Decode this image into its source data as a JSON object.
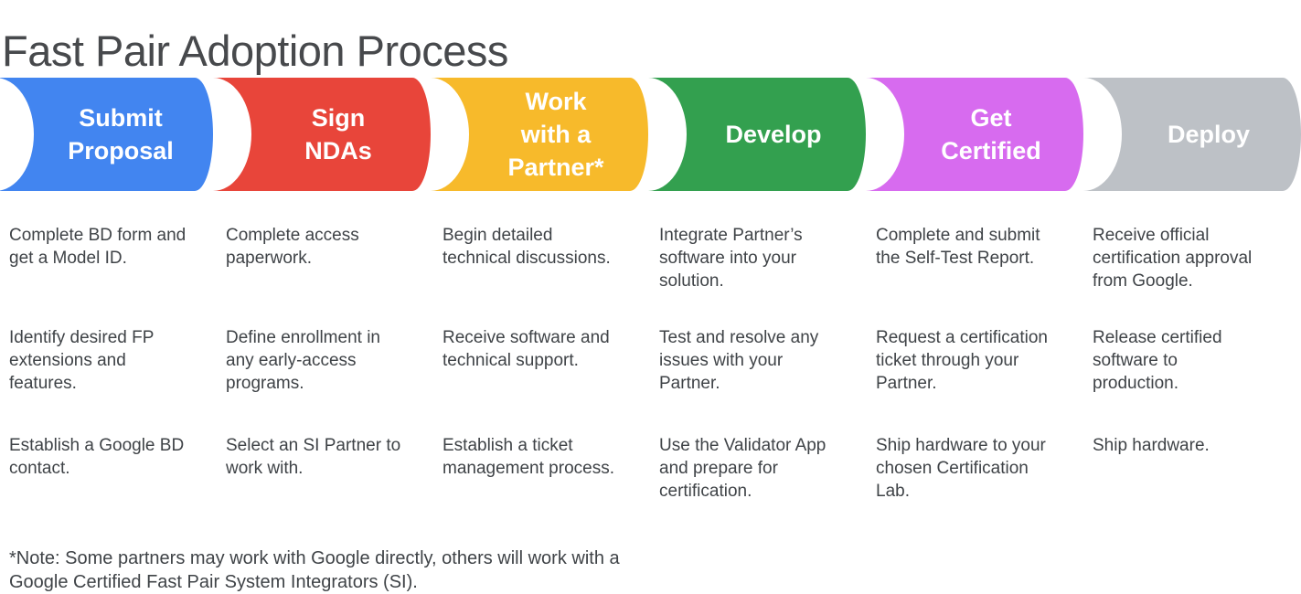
{
  "title": "Fast Pair Adoption Process",
  "stages": [
    {
      "name": "submit-proposal",
      "label": "Submit\nProposal",
      "color": "#4285F0",
      "steps": [
        "Complete BD form and\nget a Model ID.",
        "Identify desired FP\nextensions and\nfeatures.",
        "Establish a Google BD\ncontact."
      ]
    },
    {
      "name": "sign-ndas",
      "label": "Sign\nNDAs",
      "color": "#E8453A",
      "steps": [
        "Complete access\npaperwork.",
        "Define enrollment in\nany early-access\nprograms.",
        "Select an SI Partner to\nwork with."
      ]
    },
    {
      "name": "work-with-a-partner",
      "label": "Work\nwith a\nPartner*",
      "color": "#F7BA2B",
      "steps": [
        "Begin detailed\ntechnical discussions.",
        "Receive software and\ntechnical support.",
        "Establish a ticket\nmanagement process."
      ]
    },
    {
      "name": "develop",
      "label": "Develop",
      "color": "#33A04F",
      "steps": [
        "Integrate Partner’s\nsoftware into your\nsolution.",
        "Test and resolve any\nissues with your\nPartner.",
        "Use the Validator App\nand prepare for\ncertification."
      ]
    },
    {
      "name": "get-certified",
      "label": "Get\nCertified",
      "color": "#D76BEF",
      "steps": [
        "Complete and submit\nthe Self-Test Report.",
        "Request a certification\nticket through your\nPartner.",
        "Ship hardware to your\nchosen Certification\nLab."
      ]
    },
    {
      "name": "deploy",
      "label": "Deploy",
      "color": "#BDC1C6",
      "steps": [
        "Receive official\ncertification approval\nfrom Google.",
        "Release certified\nsoftware to\nproduction.",
        "Ship hardware."
      ]
    }
  ],
  "footnote": "*Note: Some partners may work with Google directly, others will work with a\nGoogle Certified Fast Pair System Integrators (SI)."
}
